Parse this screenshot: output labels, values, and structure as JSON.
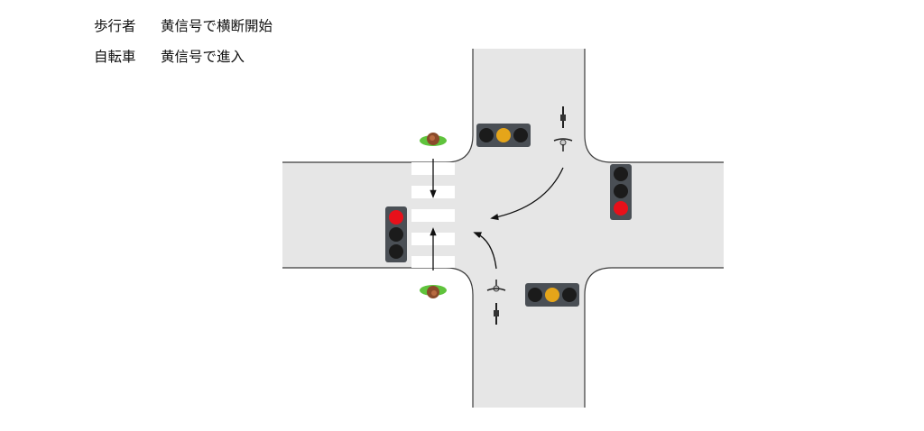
{
  "legend": [
    {
      "who": "歩行者",
      "action": "黄信号で横断開始"
    },
    {
      "who": "自転車",
      "action": "黄信号で進入"
    }
  ],
  "colors": {
    "road": "#e6e6e6",
    "road_edge": "#3a3a3a",
    "crosswalk_stripe": "#ffffff",
    "signal_body": "#4a4f55",
    "lamp_off": "#1b1b1b",
    "lamp_yellow": "#e5a51a",
    "lamp_red": "#e8101a",
    "arrow": "#111111",
    "pedestrian_shirt": "#5fc33c",
    "pedestrian_hair": "#8a4a2a"
  },
  "signals": [
    {
      "id": "north",
      "orientation": "horizontal",
      "lit": "yellow"
    },
    {
      "id": "east",
      "orientation": "vertical",
      "lit": "red"
    },
    {
      "id": "south",
      "orientation": "horizontal",
      "lit": "yellow"
    },
    {
      "id": "west",
      "orientation": "vertical",
      "lit": "red"
    }
  ]
}
